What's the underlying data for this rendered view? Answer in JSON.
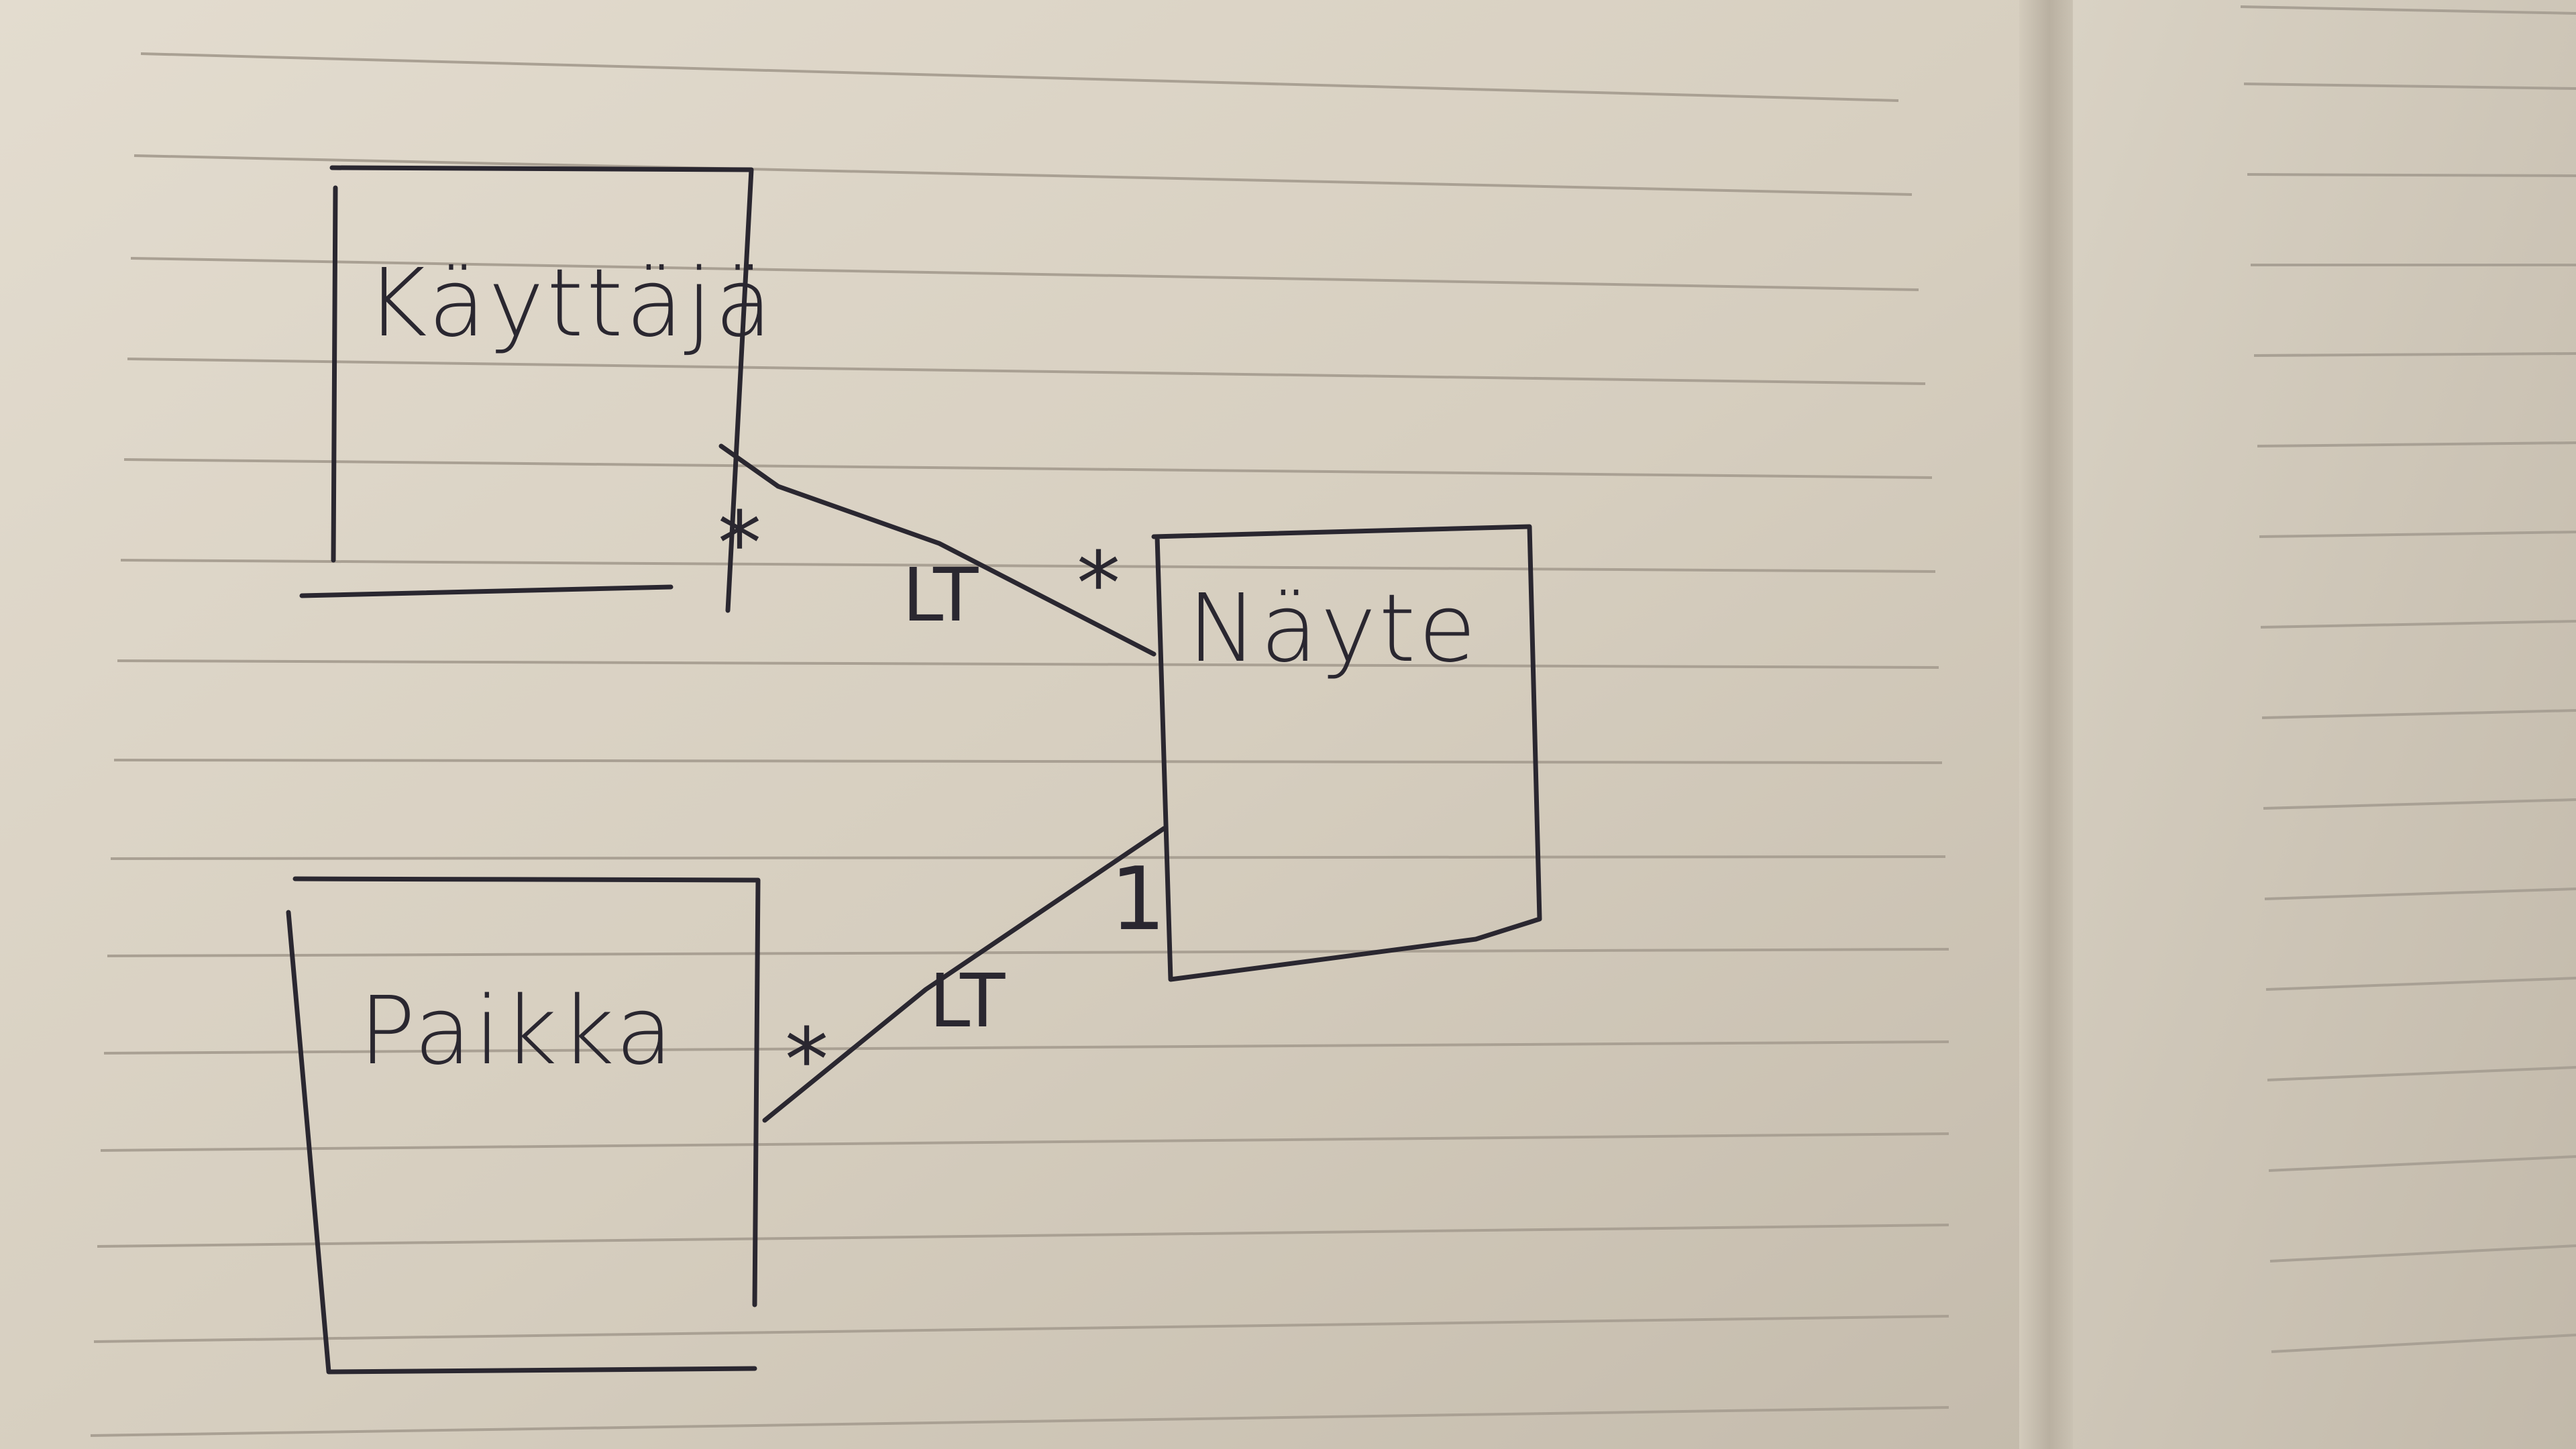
{
  "diagram": {
    "entities": [
      {
        "id": "kayttaja",
        "label": "Käyttäjä"
      },
      {
        "id": "nayte",
        "label": "Näyte"
      },
      {
        "id": "paikka",
        "label": "Paikka"
      }
    ],
    "relations": [
      {
        "id": "kayttaja-nayte",
        "label": "LT",
        "from_multiplicity": "*",
        "to_multiplicity": "*"
      },
      {
        "id": "paikka-nayte",
        "label": "LT",
        "from_multiplicity": "*",
        "to_multiplicity": "1"
      }
    ]
  }
}
